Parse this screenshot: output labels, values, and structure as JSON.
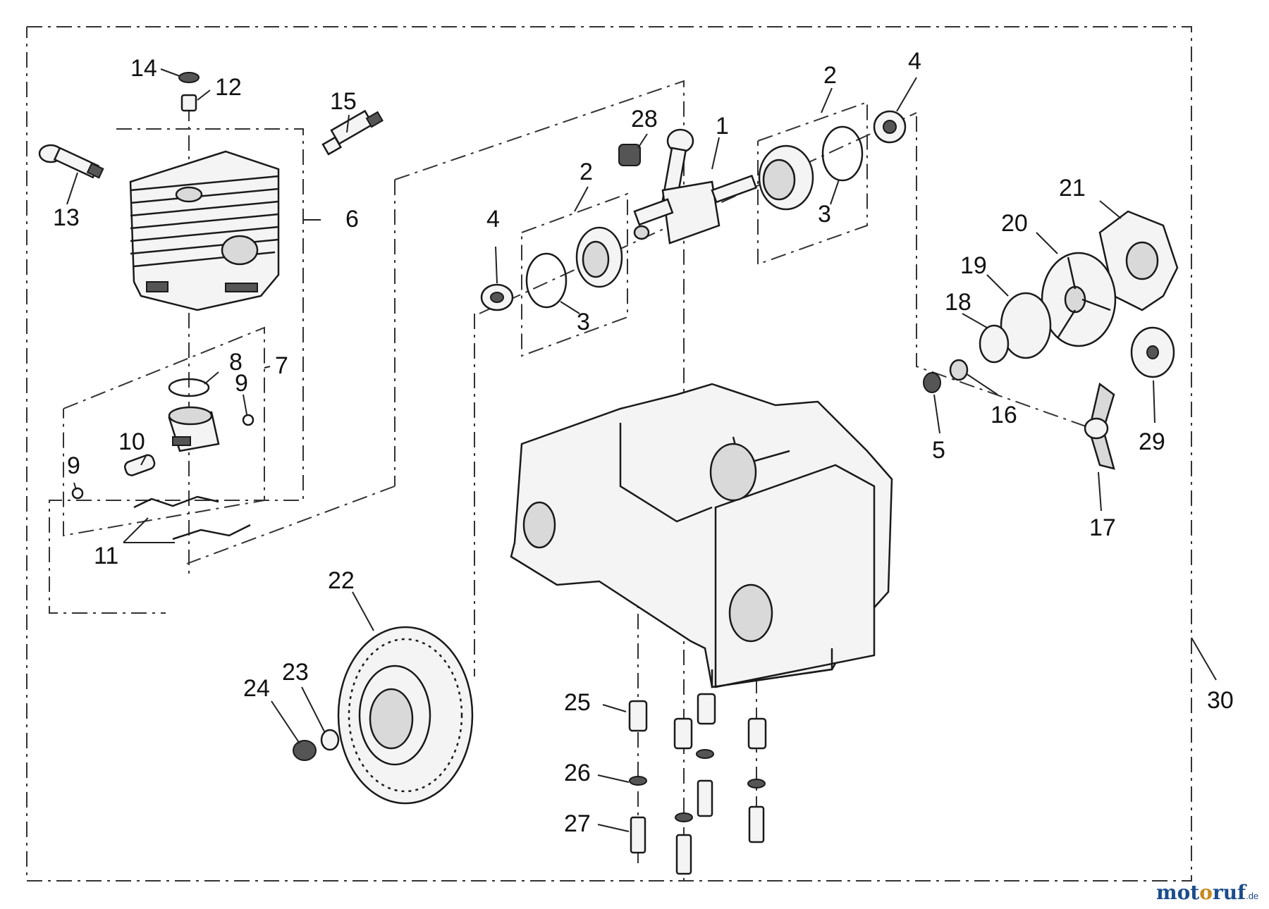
{
  "diagram": {
    "part_labels": [
      {
        "id": "p1",
        "text": "1"
      },
      {
        "id": "p2a",
        "text": "2"
      },
      {
        "id": "p2b",
        "text": "2"
      },
      {
        "id": "p3a",
        "text": "3"
      },
      {
        "id": "p3b",
        "text": "3"
      },
      {
        "id": "p4a",
        "text": "4"
      },
      {
        "id": "p4b",
        "text": "4"
      },
      {
        "id": "p5",
        "text": "5"
      },
      {
        "id": "p6",
        "text": "6"
      },
      {
        "id": "p7",
        "text": "7"
      },
      {
        "id": "p8",
        "text": "8"
      },
      {
        "id": "p9a",
        "text": "9"
      },
      {
        "id": "p9b",
        "text": "9"
      },
      {
        "id": "p10",
        "text": "10"
      },
      {
        "id": "p11",
        "text": "11"
      },
      {
        "id": "p12",
        "text": "12"
      },
      {
        "id": "p13",
        "text": "13"
      },
      {
        "id": "p14",
        "text": "14"
      },
      {
        "id": "p15",
        "text": "15"
      },
      {
        "id": "p16",
        "text": "16"
      },
      {
        "id": "p17",
        "text": "17"
      },
      {
        "id": "p18",
        "text": "18"
      },
      {
        "id": "p19",
        "text": "19"
      },
      {
        "id": "p20",
        "text": "20"
      },
      {
        "id": "p21",
        "text": "21"
      },
      {
        "id": "p22",
        "text": "22"
      },
      {
        "id": "p23",
        "text": "23"
      },
      {
        "id": "p24",
        "text": "24"
      },
      {
        "id": "p25",
        "text": "25"
      },
      {
        "id": "p26",
        "text": "26"
      },
      {
        "id": "p27",
        "text": "27"
      },
      {
        "id": "p28",
        "text": "28"
      },
      {
        "id": "p29",
        "text": "29"
      },
      {
        "id": "p30",
        "text": "30"
      }
    ],
    "watermark": {
      "part1": "mot",
      "part2": "o",
      "part3": "ruf",
      "suffix": ".de"
    },
    "colors": {
      "line": "#1a1a1a",
      "watermark_blue": "#1b4c8c",
      "watermark_orange": "#c78a1e"
    }
  }
}
